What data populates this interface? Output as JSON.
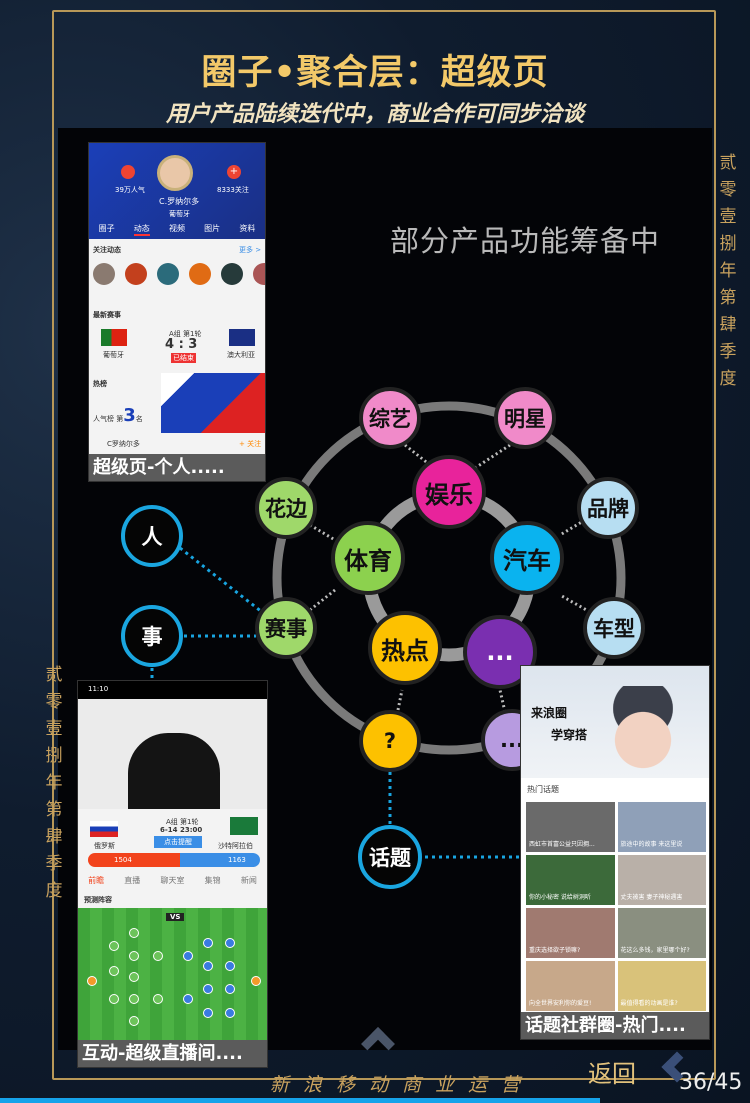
{
  "slide": {
    "title": "圈子•聚合层：超级页",
    "subtitle": "用户产品陆续迭代中，商业合作可同步洽谈",
    "note": "部分产品功能筹备中",
    "side_text": "贰零壹捌年第肆季度",
    "footer": "新浪移动商业运营",
    "back_label": "返回",
    "page_indicator": "36/45",
    "progress_percent": 80
  },
  "diagram": {
    "inner": [
      {
        "label": "娱乐",
        "color": "#e8239b"
      },
      {
        "label": "体育",
        "color": "#8cd14e"
      },
      {
        "label": "汽车",
        "color": "#0ab3ef"
      },
      {
        "label": "热点",
        "color": "#fdc100"
      },
      {
        "label": "...",
        "color": "#7a2fb0"
      }
    ],
    "outer": [
      {
        "label": "综艺",
        "color": "#f08ac9"
      },
      {
        "label": "明星",
        "color": "#f08ac9"
      },
      {
        "label": "花边",
        "color": "#9fd86a"
      },
      {
        "label": "品牌",
        "color": "#b7def2"
      },
      {
        "label": "赛事",
        "color": "#9fd86a"
      },
      {
        "label": "车型",
        "color": "#b7def2"
      },
      {
        "label": "?",
        "color": "#fdc100"
      },
      {
        "label": "...",
        "color": "#b79be0"
      }
    ],
    "side": [
      {
        "label": "人"
      },
      {
        "label": "事"
      },
      {
        "label": "话题"
      }
    ]
  },
  "cards": {
    "person": {
      "caption": "超级页-个人.....",
      "popularity": "39万人气",
      "followers": "8333关注",
      "name": "C.罗纳尔多",
      "country": "葡萄牙",
      "tabs": [
        "圈子",
        "动态",
        "视频",
        "图片",
        "资料"
      ],
      "follow_header": "关注动态",
      "more": "更多 >",
      "latest": "最新赛事",
      "round": "A组 第1轮",
      "score": "4 : 3",
      "status": "已结束",
      "home": "葡萄牙",
      "away": "澳大利亚",
      "hot": "热榜",
      "rank_prefix": "人气榜 第",
      "rank": "3",
      "rank_suffix": "名",
      "footer_name": "C罗纳尔多",
      "follow_btn": "+ 关注"
    },
    "live": {
      "caption": "互动-超级直播间....",
      "time": "11:10",
      "round": "A组 第1轮",
      "datetime": "6-14 23:00",
      "remind": "点击提醒",
      "home": "俄罗斯",
      "away": "沙特阿拉伯",
      "home_votes": "1504",
      "away_votes": "1163",
      "tabs": [
        "前瞻",
        "直播",
        "聊天室",
        "集锦",
        "新闻"
      ],
      "lineup": "预测阵容",
      "vs": "VS"
    },
    "topic": {
      "caption": "话题社群圈-热门....",
      "banner1": "来浪圈",
      "banner2": "学穿搭",
      "hot_topics": "热门话题",
      "tiles": [
        "西虹市首富公益只因拥...",
        "旅途中的故事 来这里说",
        "你的小秘密 说给树洞听",
        "丈夫被害 妻子神秘遇害",
        "重庆选择欲子锁嘛?",
        "花这么多钱，家里哪个好?",
        "向全世界安利你的爱豆!",
        "最值得看的动画是谁?"
      ]
    }
  }
}
